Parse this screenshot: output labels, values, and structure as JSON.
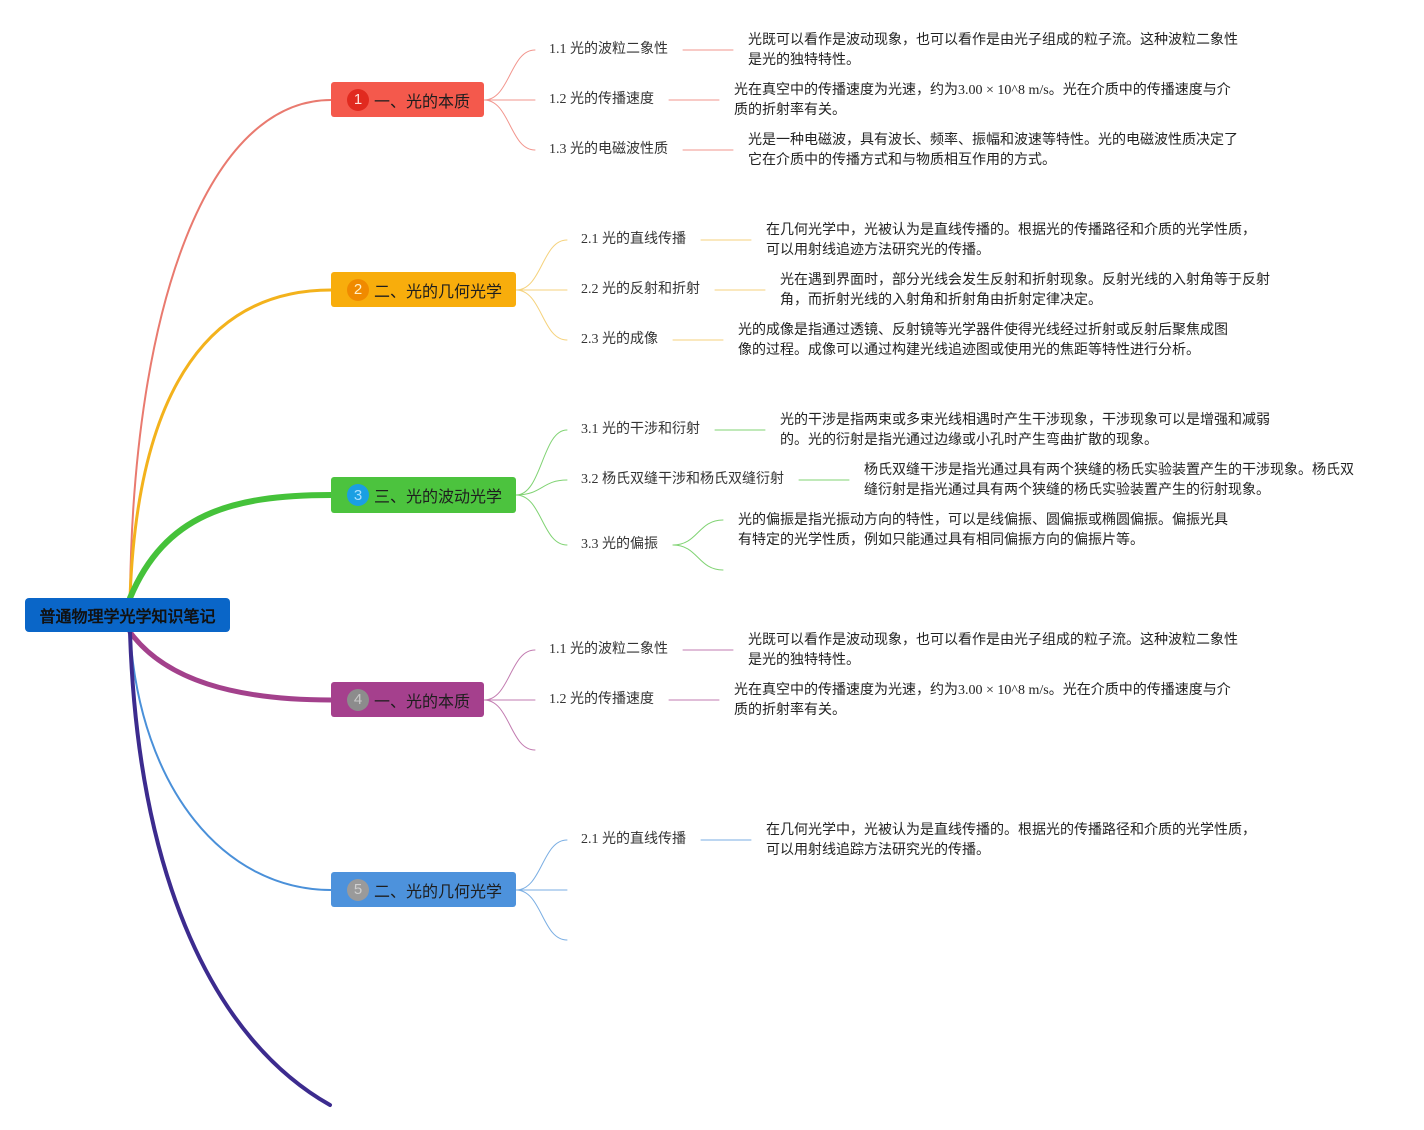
{
  "root": {
    "title": "普通物理学光学知识笔记",
    "color": "#0a66c8"
  },
  "branches": [
    {
      "badge": "1",
      "title": "一、光的本质",
      "color": "#f4594c",
      "line_color": "#e97a6f",
      "sub_line_color": "#f2958d",
      "badge_color": "#e12a1f",
      "badge_text_color": "#ffe1dc",
      "topics": [
        {
          "label": "1.1 光的波粒二象性",
          "note": [
            "光既可以看作是波动现象，也可以看作是由光子组成的粒子流。这种波粒二象性",
            "是光的独特特性。"
          ]
        },
        {
          "label": "1.2 光的传播速度",
          "note": [
            "光在真空中的传播速度为光速，约为3.00 × 10^8 m/s。光在介质中的传播速度与介",
            "质的折射率有关。"
          ]
        },
        {
          "label": "1.3 光的电磁波性质",
          "note": [
            "光是一种电磁波，具有波长、频率、振幅和波速等特性。光的电磁波性质决定了",
            "它在介质中的传播方式和与物质相互作用的方式。"
          ]
        }
      ]
    },
    {
      "badge": "2",
      "title": "二、光的几何光学",
      "color": "#f8ad0c",
      "line_color": "#f3b21c",
      "sub_line_color": "#f5d27c",
      "badge_color": "#f08a00",
      "badge_text_color": "#fff0c8",
      "topics": [
        {
          "label": "2.1 光的直线传播",
          "note": [
            "在几何光学中，光被认为是直线传播的。根据光的传播路径和介质的光学性质，",
            "可以用射线追迹方法研究光的传播。"
          ]
        },
        {
          "label": "2.2 光的反射和折射",
          "note": [
            "光在遇到界面时，部分光线会发生反射和折射现象。反射光线的入射角等于反射",
            "角，而折射光线的入射角和折射角由折射定律决定。"
          ]
        },
        {
          "label": "2.3 光的成像",
          "note": [
            "光的成像是指通过透镜、反射镜等光学器件使得光线经过折射或反射后聚焦成图",
            "像的过程。成像可以通过构建光线追迹图或使用光的焦距等特性进行分析。"
          ]
        }
      ]
    },
    {
      "badge": "3",
      "title": "三、光的波动光学",
      "color": "#4cc33e",
      "line_color": "#45c23a",
      "sub_line_color": "#80d373",
      "badge_color": "#1a9fe3",
      "badge_text_color": "#a8e0ff",
      "topics": [
        {
          "label": "3.1 光的干涉和衍射",
          "note": [
            "光的干涉是指两束或多束光线相遇时产生干涉现象，干涉现象可以是增强和减弱",
            "的。光的衍射是指光通过边缘或小孔时产生弯曲扩散的现象。"
          ]
        },
        {
          "label": "3.2 杨氏双缝干涉和杨氏双缝衍射",
          "note": [
            "杨氏双缝干涉是指光通过具有两个狭缝的杨氏实验装置产生的干涉现象。杨氏双",
            "缝衍射是指光通过具有两个狭缝的杨氏实验装置产生的衍射现象。"
          ]
        },
        {
          "label": "3.3 光的偏振",
          "note": [
            "光的偏振是指光振动方向的特性，可以是线偏振、圆偏振或椭圆偏振。偏振光具",
            "有特定的光学性质，例如只能通过具有相同偏振方向的偏振片等。"
          ]
        }
      ]
    },
    {
      "badge": "4",
      "title": "一、光的本质",
      "color": "#a5408d",
      "line_color": "#a3418c",
      "sub_line_color": "#c27bb0",
      "badge_color": "#8c8c8c",
      "badge_text_color": "#c8c8c8",
      "topics": [
        {
          "label": "1.1 光的波粒二象性",
          "note": [
            "光既可以看作是波动现象，也可以看作是由光子组成的粒子流。这种波粒二象性",
            "是光的独特特性。"
          ]
        },
        {
          "label": "1.2 光的传播速度",
          "note": [
            "光在真空中的传播速度为光速，约为3.00 × 10^8 m/s。光在介质中的传播速度与介",
            "质的折射率有关。"
          ]
        }
      ]
    },
    {
      "badge": "5",
      "title": "二、光的几何光学",
      "color": "#4d92dc",
      "line_color": "#4a90d9",
      "sub_line_color": "#7aaee3",
      "badge_color": "#9a9a9a",
      "badge_text_color": "#cfcfcf",
      "topics": [
        {
          "label": "2.1 光的直线传播",
          "note": [
            "在几何光学中，光被认为是直线传播的。根据光的传播路径和介质的光学性质，",
            "可以用射线追踪方法研究光的传播。"
          ]
        }
      ]
    }
  ],
  "empty_branch": {
    "line_color": "#3c2b8e"
  }
}
